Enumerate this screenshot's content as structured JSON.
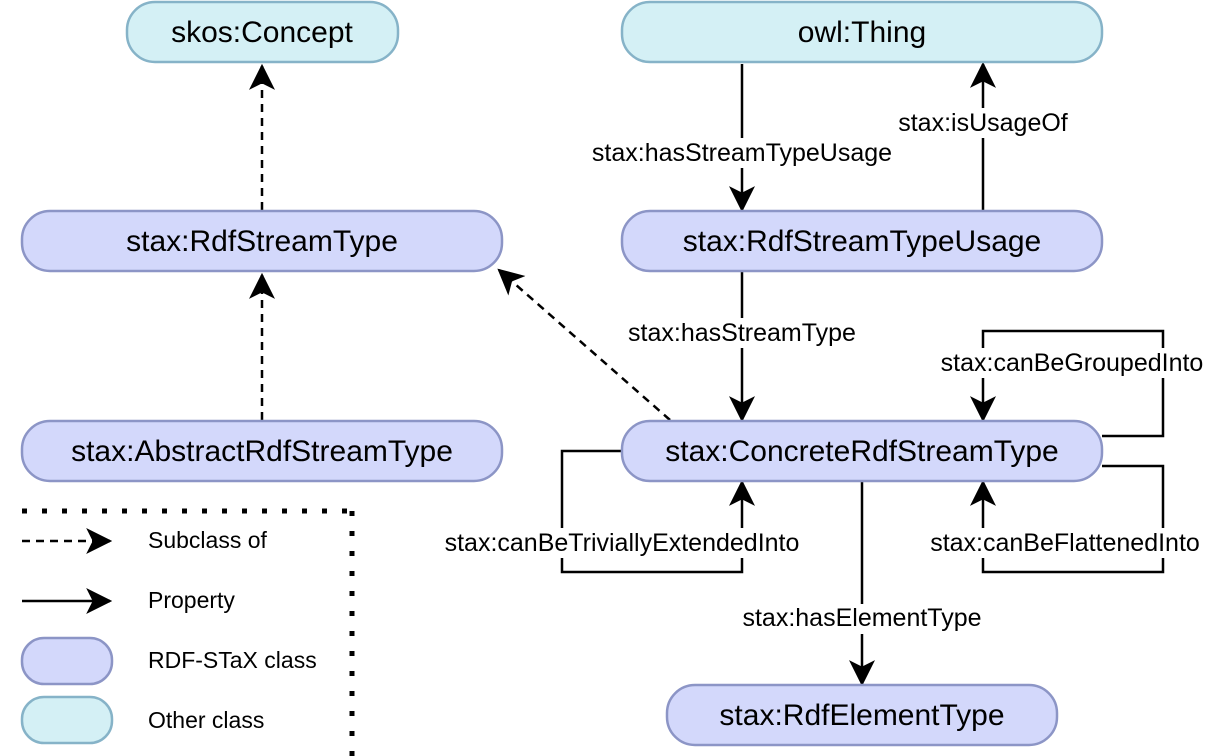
{
  "colors": {
    "rdf_stax_fill": "#d3d8fb",
    "rdf_stax_stroke": "#8c95c6",
    "other_fill": "#d4f0f5",
    "other_stroke": "#86b3c8",
    "line": "#000000"
  },
  "nodes": {
    "skos_concept": "skos:Concept",
    "owl_thing": "owl:Thing",
    "rdf_stream_type": "stax:RdfStreamType",
    "rdf_stream_type_usage": "stax:RdfStreamTypeUsage",
    "abstract_rdf_stream_type": "stax:AbstractRdfStreamType",
    "concrete_rdf_stream_type": "stax:ConcreteRdfStreamType",
    "rdf_element_type": "stax:RdfElementType"
  },
  "edges": {
    "has_stream_type_usage": "stax:hasStreamTypeUsage",
    "is_usage_of": "stax:isUsageOf",
    "has_stream_type": "stax:hasStreamType",
    "can_be_grouped_into": "stax:canBeGroupedInto",
    "can_be_trivially_extended_into": "stax:canBeTriviallyExtendedInto",
    "can_be_flattened_into": "stax:canBeFlattenedInto",
    "has_element_type": "stax:hasElementType"
  },
  "legend": {
    "subclass_of": "Subclass of",
    "property": "Property",
    "rdf_stax_class": "RDF-STaX class",
    "other_class": "Other class"
  }
}
